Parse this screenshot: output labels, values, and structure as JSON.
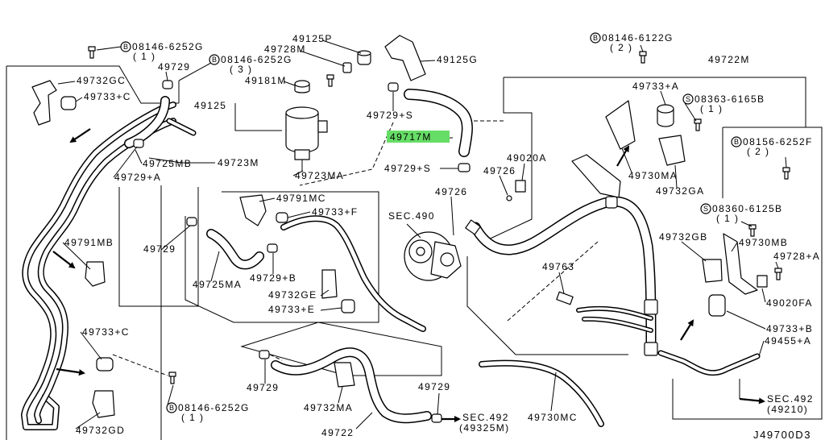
{
  "diagram": {
    "code": "J49700D3",
    "highlight_color": "#66dd66",
    "part_labels": [
      "49729",
      "49732GC",
      "49733+C",
      "49725MB",
      "49729+A",
      "49723M",
      "49791MB",
      "49729",
      "49725MA",
      "49733+C",
      "49732GD",
      "49125P",
      "49728M",
      "49181M",
      "49125",
      "49125G",
      "49729+S",
      "49717M",
      "49729+S",
      "49723MA",
      "49726",
      "49791MC",
      "49733+F",
      "49729+B",
      "49732GE",
      "49733+E",
      "49729",
      "49732MA",
      "49722",
      "49729",
      "49020A",
      "49726",
      "49763",
      "49730MC",
      "49722M",
      "49733+A",
      "49730MA",
      "49732GA",
      "49732GB",
      "49730MB",
      "49728+A",
      "49020FA",
      "49733+B",
      "49455+A"
    ],
    "fastener_callouts": [
      {
        "symbol": "B",
        "part_no": "08146-6252G",
        "qty": "( 1 )"
      },
      {
        "symbol": "B",
        "part_no": "08146-6252G",
        "qty": "( 3 )"
      },
      {
        "symbol": "B",
        "part_no": "08146-6252G",
        "qty": "( 1 )"
      },
      {
        "symbol": "B",
        "part_no": "08146-6122G",
        "qty": "( 2 )"
      },
      {
        "symbol": "S",
        "part_no": "08363-6165B",
        "qty": "( 1 )"
      },
      {
        "symbol": "B",
        "part_no": "08156-6252F",
        "qty": "( 2 )"
      },
      {
        "symbol": "S",
        "part_no": "08360-6125B",
        "qty": "( 1 )"
      }
    ],
    "section_refs": [
      {
        "section": "SEC.490"
      },
      {
        "section": "SEC.492",
        "part_no": "(49325M)"
      },
      {
        "section": "SEC.492",
        "part_no": "(49210)"
      }
    ]
  }
}
